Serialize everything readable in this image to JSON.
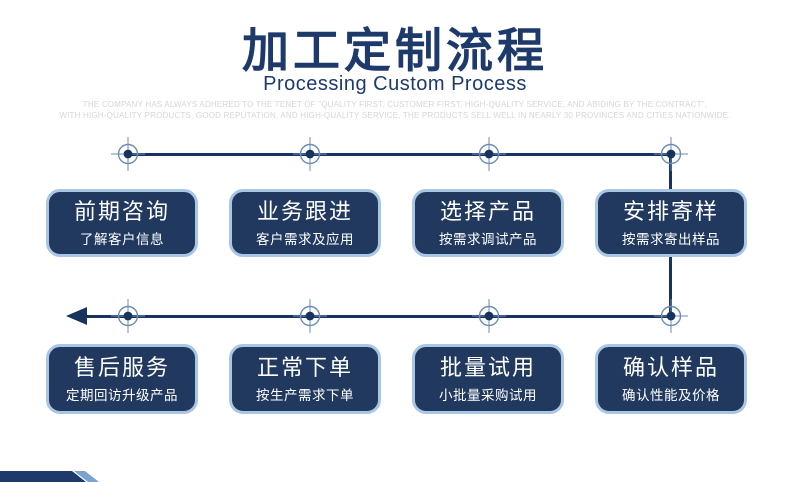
{
  "header": {
    "title": "加工定制流程",
    "subtitle": "Processing Custom Process",
    "tagline_line1": "THE COMPANY HAS ALWAYS ADHERED TO THE TENET OF \"QUALITY FIRST, CUSTOMER FIRST, HIGH-QUALITY SERVICE, AND ABIDING BY THE CONTRACT\",",
    "tagline_line2": "WITH HIGH-QUALITY PRODUCTS, GOOD REPUTATION, AND HIGH-QUALITY SERVICE, THE PRODUCTS SELL WELL IN NEARLY 30 PROVINCES AND CITIES NATIONWIDE."
  },
  "colors": {
    "navy": "#1d3a6b",
    "line": "#17345e",
    "box_fill": "#21395f",
    "box_border": "#a9c7e5",
    "tick": "#6d8cb5",
    "tagline": "#d6d6d6",
    "accent_light": "#7aa3cf"
  },
  "flow": {
    "direction_row1": "left-to-right",
    "direction_row2": "right-to-left",
    "row1": [
      {
        "title": "前期咨询",
        "subtitle": "了解客户信息"
      },
      {
        "title": "业务跟进",
        "subtitle": "客户需求及应用"
      },
      {
        "title": "选择产品",
        "subtitle": "按需求调试产品"
      },
      {
        "title": "安排寄样",
        "subtitle": "按需求寄出样品"
      }
    ],
    "row2": [
      {
        "title": "售后服务",
        "subtitle": "定期回访升级产品"
      },
      {
        "title": "正常下单",
        "subtitle": "按生产需求下单"
      },
      {
        "title": "批量试用",
        "subtitle": "小批量采购试用"
      },
      {
        "title": "确认样品",
        "subtitle": "确认性能及价格"
      }
    ]
  }
}
